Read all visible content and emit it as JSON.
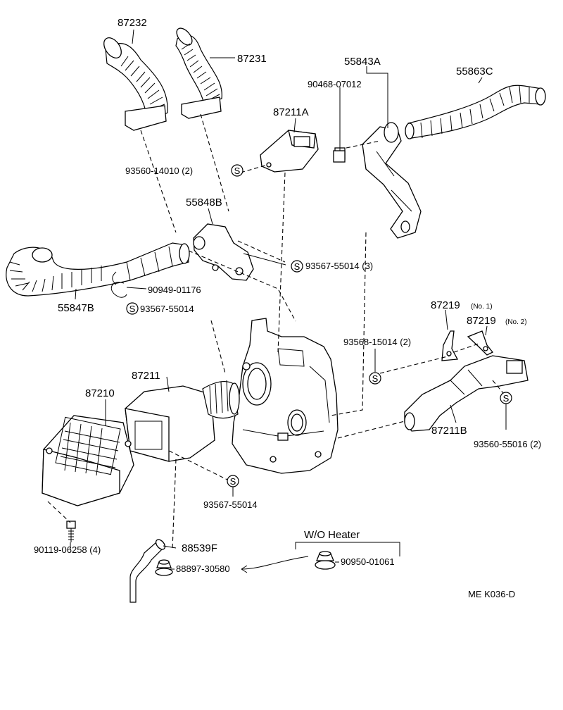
{
  "diagram": {
    "part_labels": {
      "p87232": "87232",
      "p87231": "87231",
      "p55843A": "55843A",
      "p90468": "90468-07012",
      "p55863C": "55863C",
      "p87211A": "87211A",
      "p93560_14010": "93560-14010 (2)",
      "p55848B": "55848B",
      "p93567_55014_3": "93567-55014 (3)",
      "p90949": "90949-01176",
      "p55847B": "55847B",
      "p93567_55014_a": "93567-55014",
      "p87219_1": "87219",
      "p87219_1_note": "(No. 1)",
      "p87219_2": "87219",
      "p87219_2_note": "(No. 2)",
      "p93568": "93568-15014 (2)",
      "p87211": "87211",
      "p87210": "87210",
      "p87211B": "87211B",
      "p93560_55016": "93560-55016 (2)",
      "p93567_55014_b": "93567-55014",
      "p90119": "90119-06258 (4)",
      "p88539F": "88539F",
      "p88897": "88897-30580",
      "p90950": "90950-01061"
    },
    "wo_heater_label": "W/O Heater",
    "screw_symbol": "S",
    "footer_code": "ME  K036-D"
  }
}
